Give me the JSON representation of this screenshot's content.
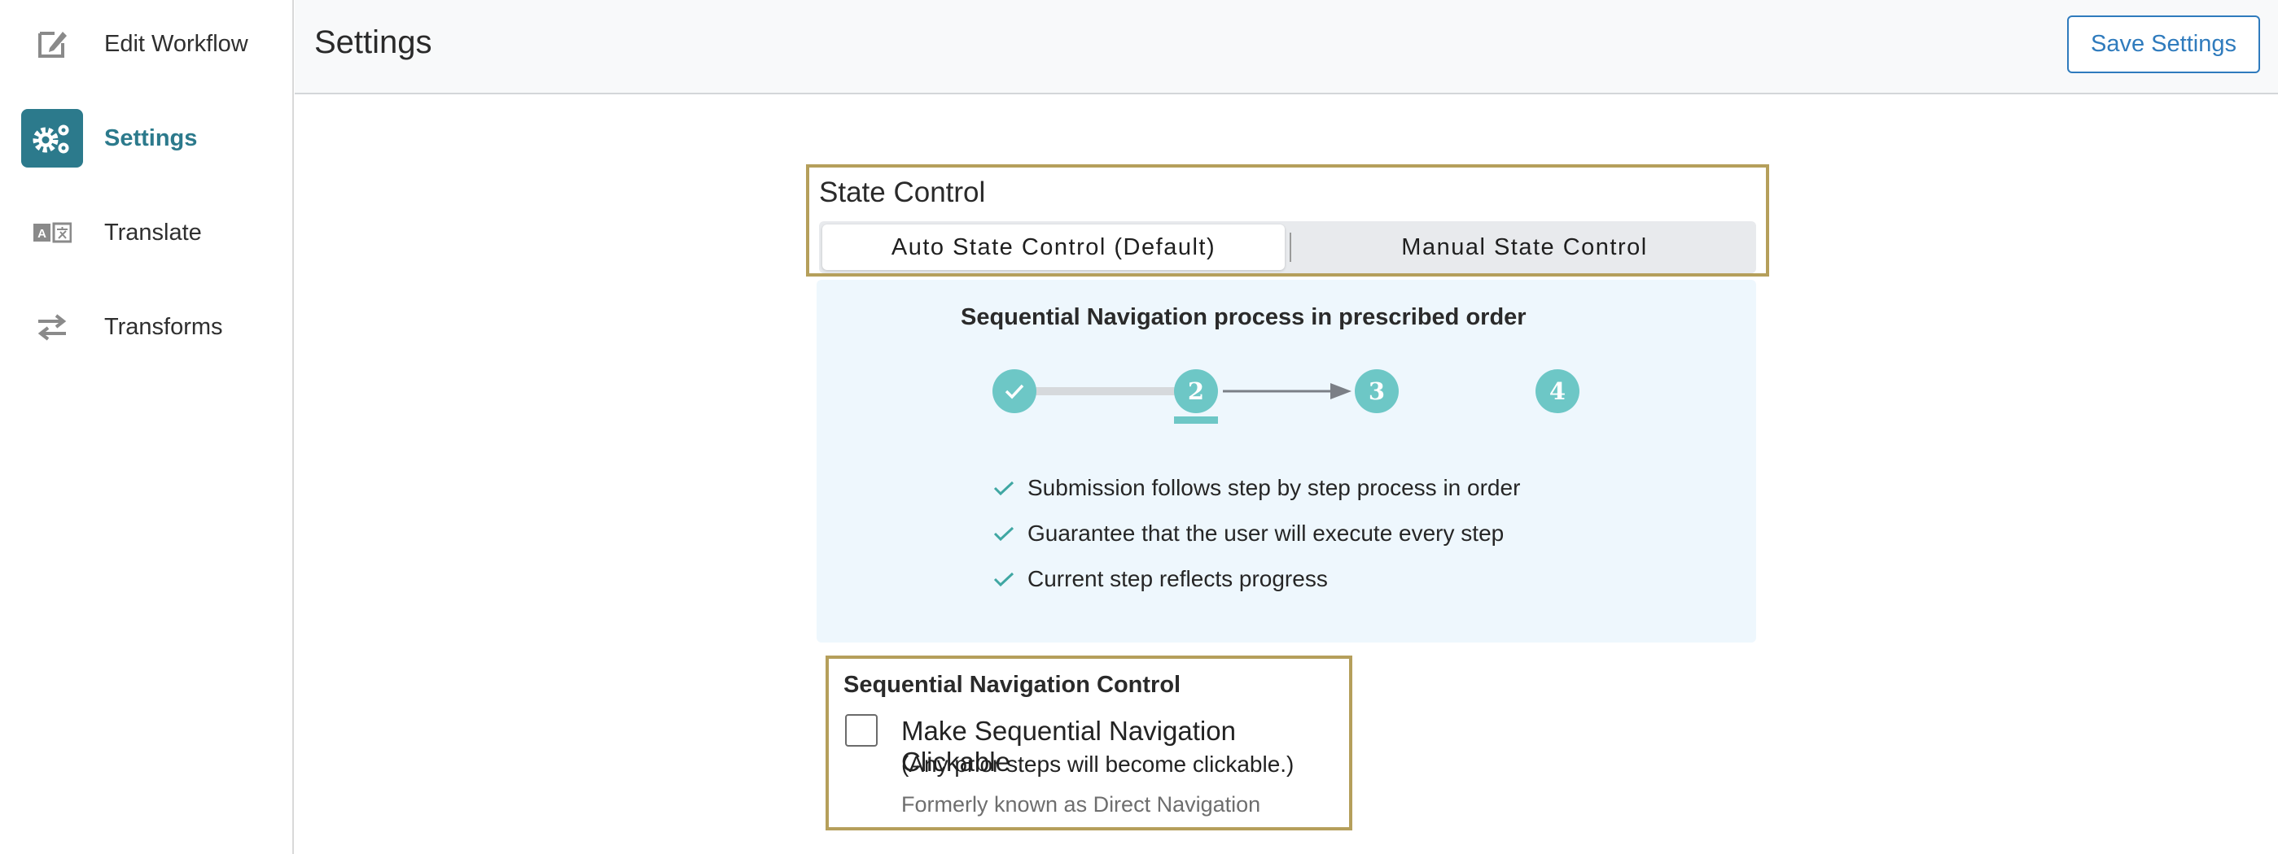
{
  "sidebar": {
    "items": [
      {
        "label": "Edit Workflow",
        "icon": "edit-icon"
      },
      {
        "label": "Settings",
        "icon": "gears-icon",
        "active": true
      },
      {
        "label": "Translate",
        "icon": "translate-icon"
      },
      {
        "label": "Transforms",
        "icon": "transforms-icon"
      }
    ]
  },
  "header": {
    "title": "Settings",
    "save_label": "Save Settings"
  },
  "state_control": {
    "title": "State Control",
    "options": [
      "Auto State Control (Default)",
      "Manual State Control"
    ],
    "selected": "Auto State Control (Default)"
  },
  "info_panel": {
    "title": "Sequential Navigation process in prescribed order",
    "steps": [
      "✓",
      "2",
      "3",
      "4"
    ],
    "current_step": "2",
    "features": [
      "Submission follows step by step process in order",
      "Guarantee that the user will execute every step",
      "Current step reflects progress"
    ]
  },
  "sequential_nav": {
    "title": "Sequential Navigation Control",
    "checkbox_label": "Make Sequential Navigation Clickable",
    "checked": false,
    "subtext": "(Any prior steps will become clickable.)",
    "former_name": "Formerly known as Direct Navigation"
  },
  "colors": {
    "accent": "#2c7a8c",
    "step": "#6dc7c6",
    "highlight_border": "#b59f5b",
    "button_blue": "#2f7bbd",
    "panel_bg": "#eef7fd"
  }
}
